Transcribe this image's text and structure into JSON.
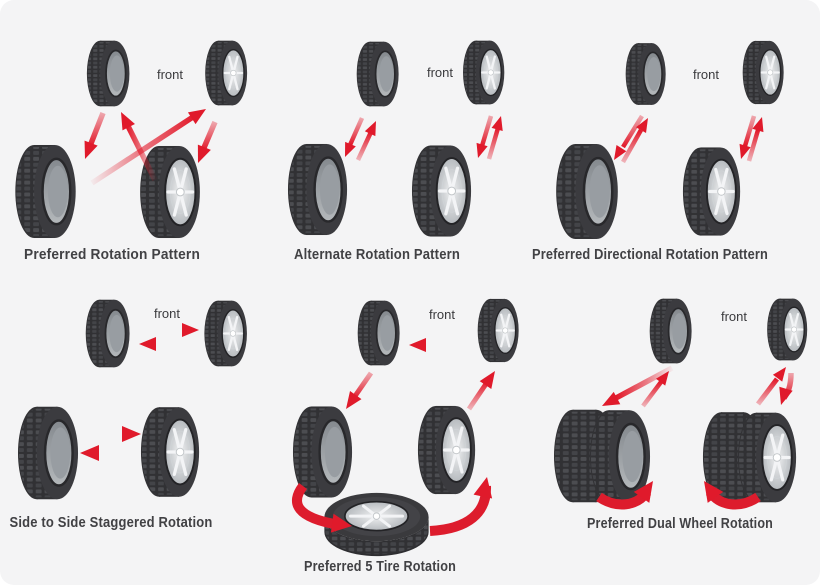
{
  "colors": {
    "background": "#f4f4f5",
    "arrow_red": "#e2192a",
    "tire_dark": "#3a3a3d",
    "hub_silver": "#d8dadc",
    "text_dark": "#414144"
  },
  "panels": [
    {
      "id": "preferred-rotation-pattern",
      "caption": "Preferred Rotation Pattern",
      "front_label": "front"
    },
    {
      "id": "alternate-rotation-pattern",
      "caption": "Alternate Rotation Pattern",
      "front_label": "front"
    },
    {
      "id": "preferred-directional-rotation-pattern",
      "caption": "Preferred Directional Rotation Pattern",
      "front_label": "front"
    },
    {
      "id": "side-to-side-staggered-rotation",
      "caption": "Side to Side Staggered Rotation",
      "front_label": "front"
    },
    {
      "id": "preferred-5-tire-rotation",
      "caption": "Preferred 5 Tire Rotation",
      "front_label": "front"
    },
    {
      "id": "preferred-dual-wheel-rotation",
      "caption": "Preferred Dual Wheel Rotation",
      "front_label": "front"
    }
  ]
}
